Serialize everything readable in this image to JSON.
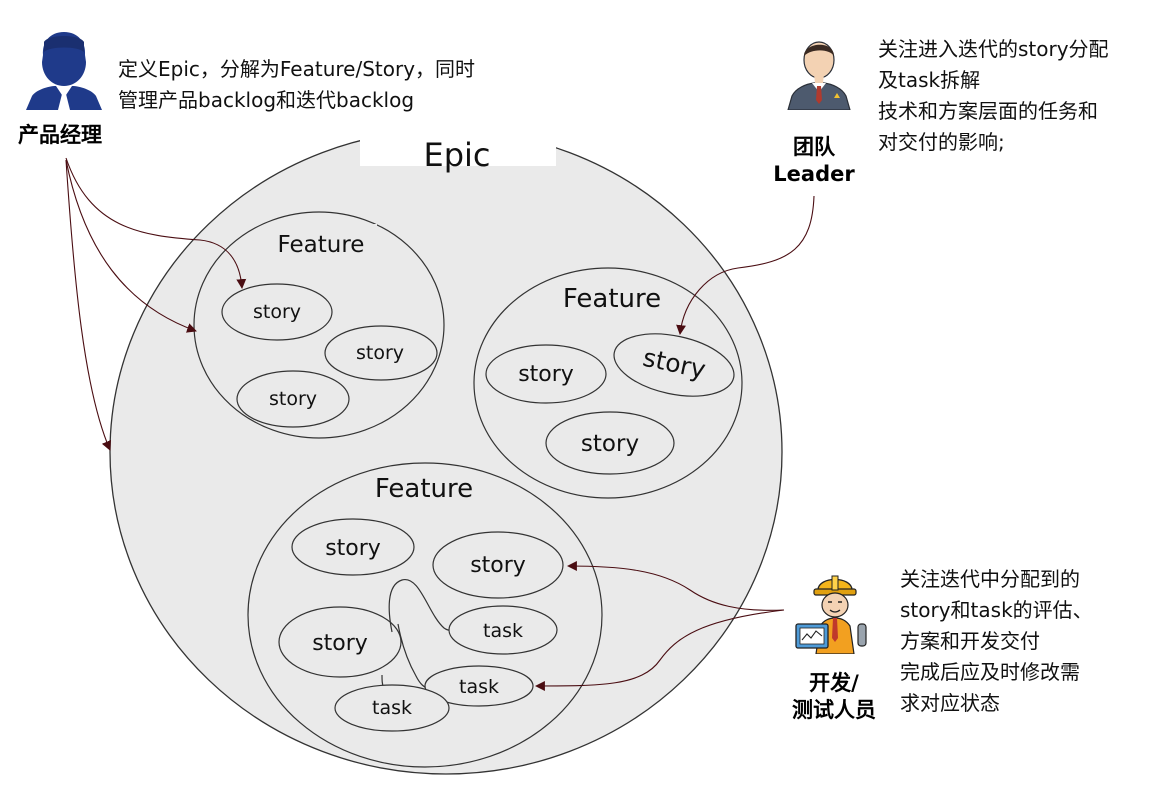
{
  "diagram": {
    "epic": {
      "label": "Epic"
    },
    "features": [
      {
        "label": "Feature",
        "stories": [
          "story",
          "story",
          "story"
        ]
      },
      {
        "label": "Feature",
        "stories": [
          "story",
          "story",
          "story"
        ]
      },
      {
        "label": "Feature",
        "stories": [
          "story",
          "story",
          "story"
        ],
        "tasks": [
          "task",
          "task",
          "task"
        ]
      }
    ]
  },
  "roles": {
    "product_manager": {
      "name": "产品经理",
      "icon": "product-manager-avatar-icon",
      "description": [
        "定义Epic，分解为Feature/Story，同时",
        "管理产品backlog和迭代backlog"
      ]
    },
    "team_leader": {
      "name_line1": "团队",
      "name_line2": "Leader",
      "icon": "team-leader-avatar-icon",
      "description": [
        "关注进入迭代的story分配",
        "及task拆解",
        "技术和方案层面的任务和",
        "对交付的影响;"
      ]
    },
    "dev_test": {
      "name_line1": "开发/",
      "name_line2": "测试人员",
      "icon": "developer-avatar-icon",
      "description": [
        "关注迭代中分配到的",
        "story和task的评估、",
        "方案和开发交付",
        "完成后应及时修改需",
        "求对应状态"
      ]
    }
  },
  "colors": {
    "fill": "#eaeaea",
    "stroke": "#333333",
    "arrow": "#4a0d12",
    "pm_icon": "#1f3a8a"
  }
}
